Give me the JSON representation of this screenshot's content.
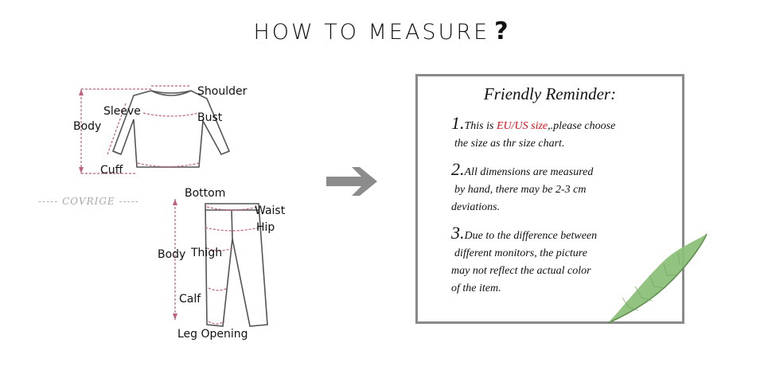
{
  "header": {
    "title": "HOW TO MEASURE",
    "mark": "?"
  },
  "figure": {
    "brand": "----- COVRIGE -----",
    "top_labels": {
      "shoulder": "Shoulder",
      "sleeve": "Sleeve",
      "body": "Body",
      "bust": "Bust",
      "cuff": "Cuff"
    },
    "bottom_labels": {
      "bottom": "Bottom",
      "waist": "Waist",
      "hip": "Hip",
      "body": "Body",
      "thigh": "Thigh",
      "calf": "Calf",
      "leg_opening": "Leg Opening"
    }
  },
  "reminder": {
    "title": "Friendly Reminder:",
    "notes": [
      {
        "num": "1.",
        "pre": "This is ",
        "highlight": "EU/US size",
        "post": ",.please choose",
        "line2": "the size as thr size chart."
      },
      {
        "num": "2.",
        "text": "All dimensions are measured",
        "line2": "by hand, there may be 2-3 cm",
        "line3": "deviations."
      },
      {
        "num": "3.",
        "text": "Due to the difference between",
        "line2": "different monitors, the picture",
        "line3": "may not reflect the actual color",
        "line4": "of the item."
      }
    ]
  },
  "colors": {
    "highlight": "#e0101a",
    "border": "#8a8a8a",
    "arrow": "#8c8c8c",
    "leaf": "#7fb56a"
  }
}
